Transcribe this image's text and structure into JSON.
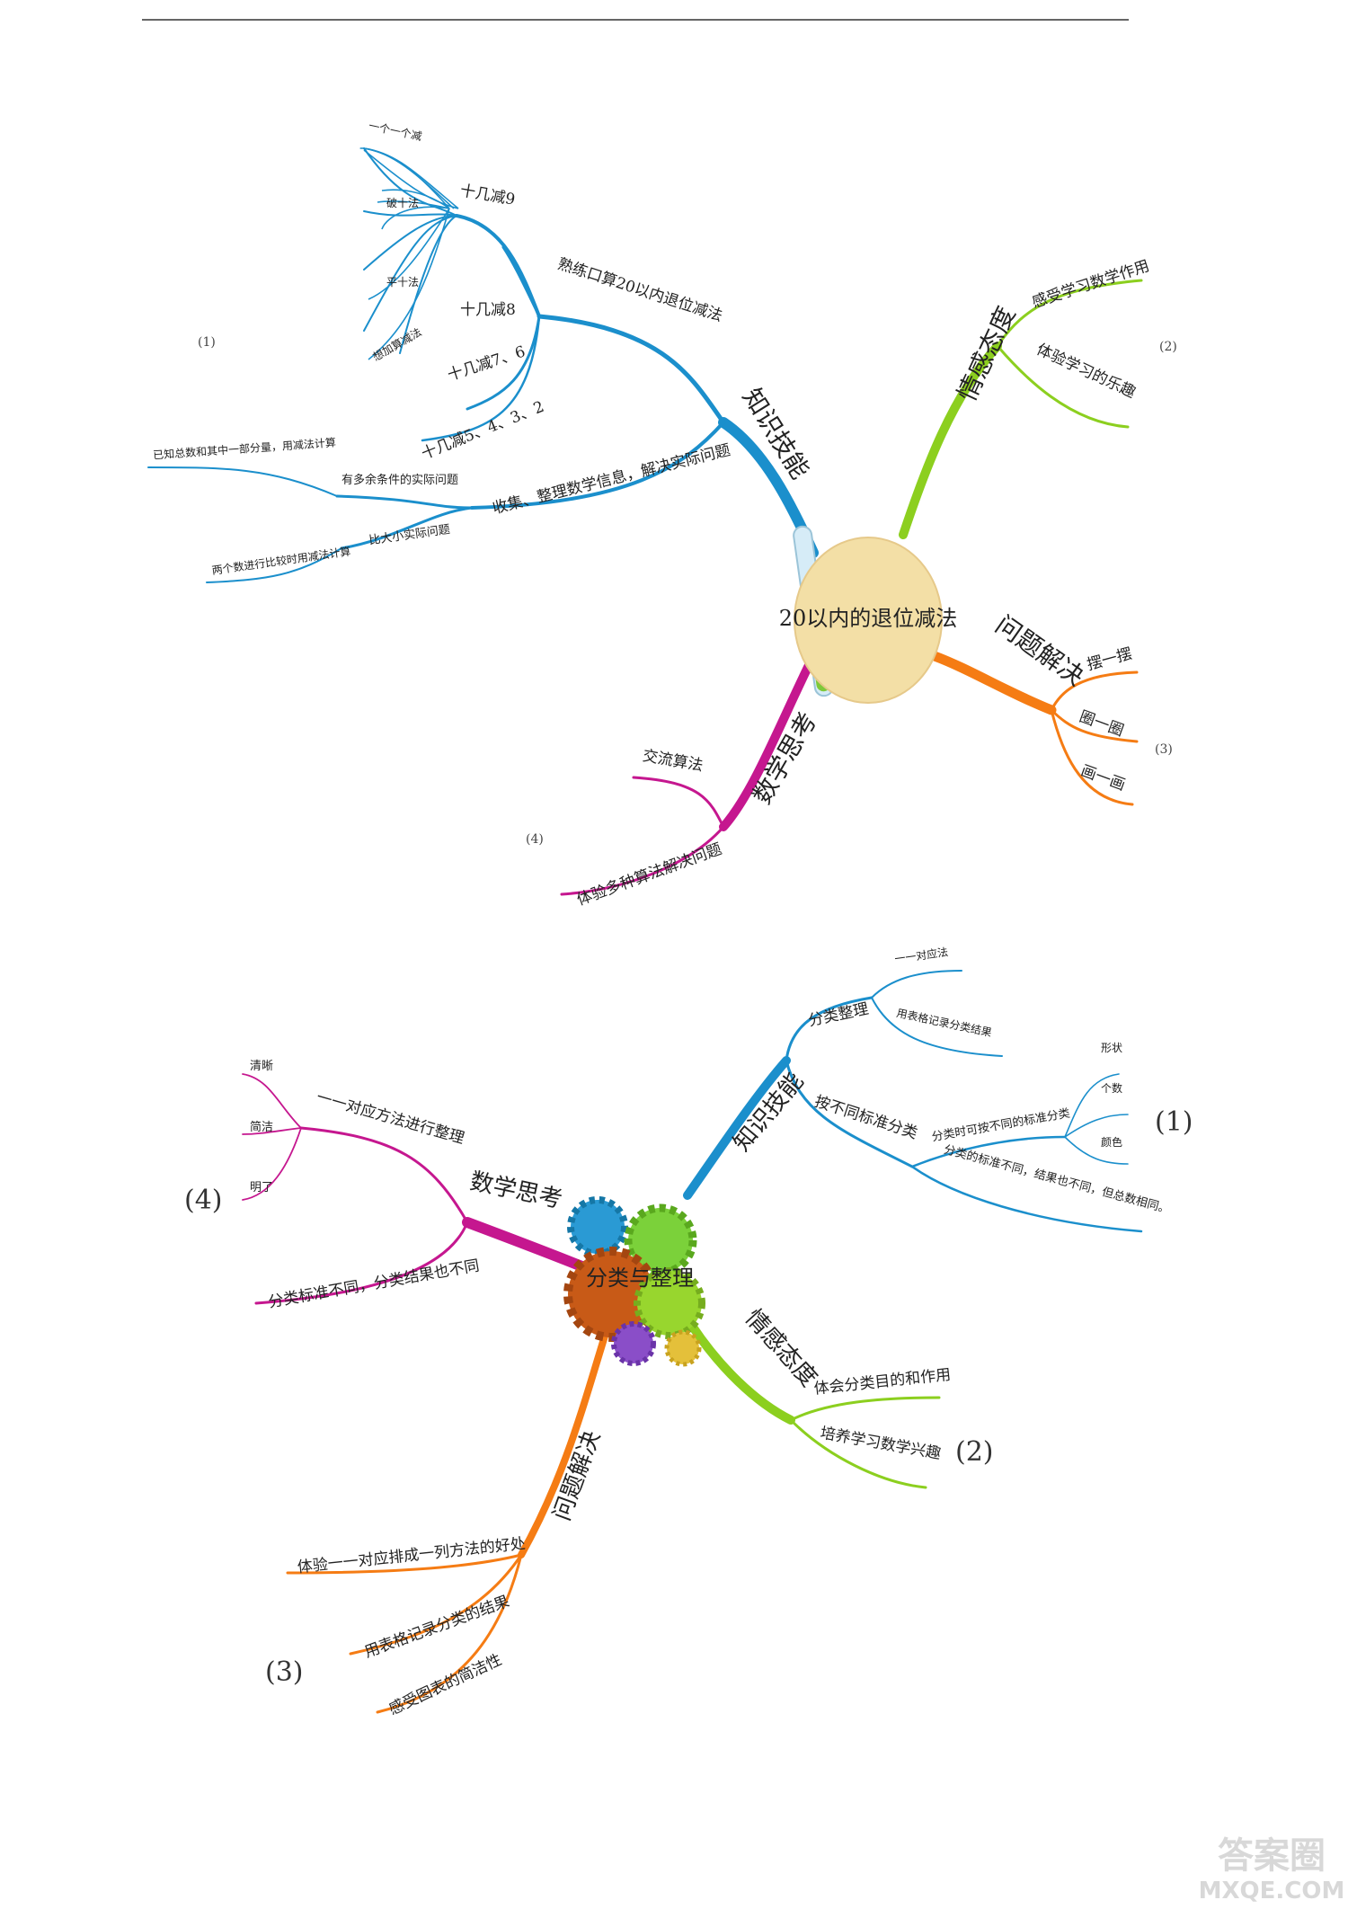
{
  "mindmap1": {
    "center": "20以内的退位减法",
    "branches": {
      "knowledge": "知识技能",
      "emotion": "情感态度",
      "problem": "问题解决",
      "thinking": "数学思考"
    },
    "knowledge_nodes": {
      "oral_calc": "熟练口算20以内退位减法",
      "ten_minus_9": "十几减9",
      "one_by_one": "一个一个减",
      "break_ten": "破十法",
      "flat_ten": "平十法",
      "think_add": "想加算减法",
      "ten_minus_8": "十几减8",
      "ten_minus_76": "十几减7、6",
      "ten_minus_5432": "十几减5、4、3、2",
      "collect": "收集、整理数学信息，解决实际问题",
      "surplus": "有多余条件的实际问题",
      "total_part": "已知总数和其中一部分量，用减法计算",
      "compare": "比大小实际问题",
      "two_numbers": "两个数进行比较时用减法计算"
    },
    "emotion_nodes": {
      "feel_role": "感受学习数学作用",
      "experience_fun": "体验学习的乐趣"
    },
    "problem_nodes": {
      "place": "摆一摆",
      "circle": "圈一圈",
      "draw": "画一画"
    },
    "thinking_nodes": {
      "exchange": "交流算法",
      "multiple": "体验多种算法解决问题"
    },
    "markers": {
      "m1": "(1)",
      "m2": "(2)",
      "m3": "(3)",
      "m4": "(4)"
    }
  },
  "mindmap2": {
    "center": "分类与整理",
    "branches": {
      "knowledge": "知识技能",
      "emotion": "情感态度",
      "problem": "问题解决",
      "thinking": "数学思考"
    },
    "knowledge_nodes": {
      "sort_arrange": "分类整理",
      "one_to_one": "一一对应法",
      "table_record": "用表格记录分类结果",
      "by_standard": "按不同标准分类",
      "different_std": "分类时可按不同的标准分类",
      "shape": "形状",
      "count": "个数",
      "color": "颜色",
      "diff_result": "分类的标准不同，结果也不同，但总数相同。"
    },
    "emotion_nodes": {
      "purpose": "体会分类目的和作用",
      "interest": "培养学习数学兴趣"
    },
    "problem_nodes": {
      "experience": "体验一一对应排成一列方法的好处",
      "table": "用表格记录分类的结果",
      "chart": "感受图表的简洁性"
    },
    "thinking_nodes": {
      "one_to_one_arrange": "一一对应方法进行整理",
      "clear": "清晰",
      "concise": "简洁",
      "obvious": "明了",
      "diff_std_result": "分类标准不同，分类结果也不同"
    },
    "markers": {
      "m1": "(1)",
      "m2": "(2)",
      "m3": "(3)",
      "m4": "(4)"
    }
  },
  "watermark": {
    "top": "答案圈",
    "bottom": "MXQE.COM"
  },
  "colors": {
    "knowledge": "#1b8fcc",
    "emotion": "#8ccf1f",
    "problem": "#f57c14",
    "thinking": "#c5178f",
    "center_fill": "#f3dfa6"
  }
}
